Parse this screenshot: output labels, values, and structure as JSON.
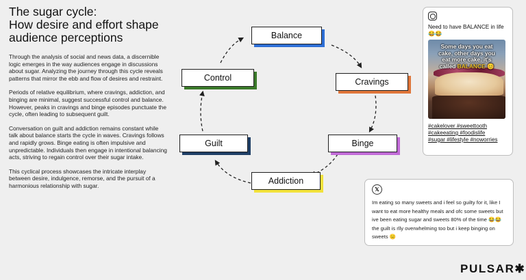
{
  "header": {
    "title_line1": "The sugar cycle:",
    "title_line2": "How desire and effort shape",
    "title_line3": "audience perceptions"
  },
  "body": {
    "paragraph1": "Through the analysis of social and news data, a discernible logic emerges in the way audiences engage in discussions about sugar. Analyzing the journey through this cycle reveals patterns that mirror the ebb and flow of desires and restraint.",
    "paragraph2": "Periods of relative equilibrium, where cravings, addiction, and binging are minimal, suggest successful control and balance. However, peaks in cravings and binge episodes punctuate the cycle, often leading to subsequent guilt.",
    "paragraph3": "Conversation on guilt and addiction remains constant while talk about balance starts the cycle in waves. Cravings follows and rapidly grows. Binge eating is often impulsive and unpredictable. Individuals then engage in intentional balancing acts, striving to regain control over their sugar intake.",
    "paragraph4": "This cyclical process showcases the intricate interplay between desire, indulgence, remorse, and the pursuit of a harmonious relationship with sugar."
  },
  "cycle": {
    "nodes": [
      {
        "id": "balance",
        "label": "Balance",
        "accent": "#2e6fd6"
      },
      {
        "id": "cravings",
        "label": "Cravings",
        "accent": "#e0763a"
      },
      {
        "id": "binge",
        "label": "Binge",
        "accent": "#c06ad6"
      },
      {
        "id": "addiction",
        "label": "Addiction",
        "accent": "#f2e23c"
      },
      {
        "id": "guilt",
        "label": "Guilt",
        "accent": "#1f3f66"
      },
      {
        "id": "control",
        "label": "Control",
        "accent": "#3b7a2a"
      }
    ]
  },
  "instagram_post": {
    "icon": "instagram-icon",
    "caption": "Need to have BALANCE in life 😂😂",
    "overlay_line1": "Some days you eat",
    "overlay_line2": "cake, other days you",
    "overlay_line3": "eat more cake. it's",
    "overlay_line4_prefix": "called ",
    "overlay_line4_accent": "BALANCE",
    "overlay_emoji": "😊",
    "hashtags_line1": "#cakelover #sweettooth",
    "hashtags_line2": "#cakeeating #foodislife",
    "hashtags_line3": "#sugar #lifestyle #noworries"
  },
  "x_post": {
    "icon": "x-icon",
    "icon_glyph": "𝕏",
    "text": "Im eating so many sweets and i feel so guilty for it, like I want to eat more healthy meals and ofc some sweets but ive been eating sugar and sweets 80% of the time 😂😂 the guilt is rlly overwhelming too but i keep binging on sweets 😑"
  },
  "brand": {
    "logo": "PULSAR✱"
  }
}
